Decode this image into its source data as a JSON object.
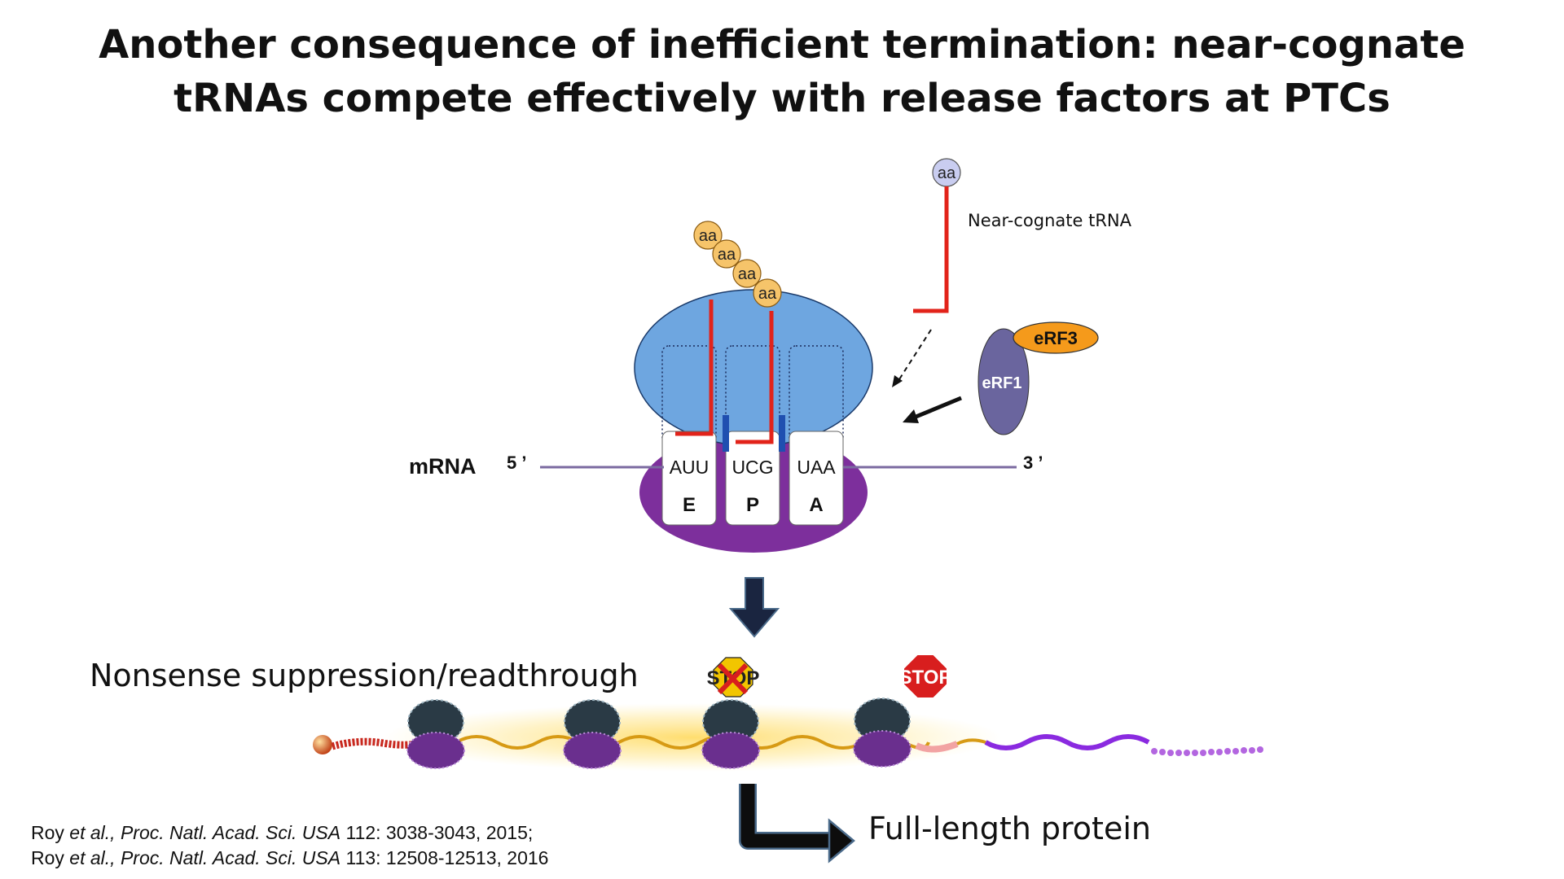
{
  "title": {
    "line1": "Another consequence of inefficient termination: near-cognate",
    "line2": "tRNAs compete effectively with release factors at PTCs"
  },
  "ribosome": {
    "amino_acids": [
      "aa",
      "aa",
      "aa",
      "aa"
    ],
    "codons": [
      "AUU",
      "UCG",
      "UAA"
    ],
    "sites": [
      "E",
      "P",
      "A"
    ],
    "mrna_label": "mRNA",
    "five_prime": "5 ’",
    "three_prime": "3 ’"
  },
  "near_cognate": {
    "aa": "aa",
    "label": "Near-cognate tRNA"
  },
  "release_factors": {
    "erf1": "eRF1",
    "erf3": "eRF3"
  },
  "readthrough": {
    "label": "Nonsense suppression/readthrough",
    "stop_crossed": "STOP",
    "stop": "STOP",
    "outcome": "Full-length protein"
  },
  "citations": [
    {
      "author": "Roy",
      "etal": "et al.,",
      "journal": "Proc. Natl. Acad. Sci. USA",
      "ref": "112: 3038-3043, 2015;"
    },
    {
      "author": "Roy",
      "etal": "et al.,",
      "journal": "Proc. Natl. Acad. Sci. USA",
      "ref": "113: 12508-12513, 2016"
    }
  ],
  "colors": {
    "ribosome_large": "#6ea6e0",
    "ribosome_small": "#7d2f9c",
    "trna": "#e2231a",
    "amino_acid": "#f6c46a",
    "erf1": "#6a659e",
    "erf3": "#f59a1b",
    "mrna": "#7b6aa0"
  }
}
